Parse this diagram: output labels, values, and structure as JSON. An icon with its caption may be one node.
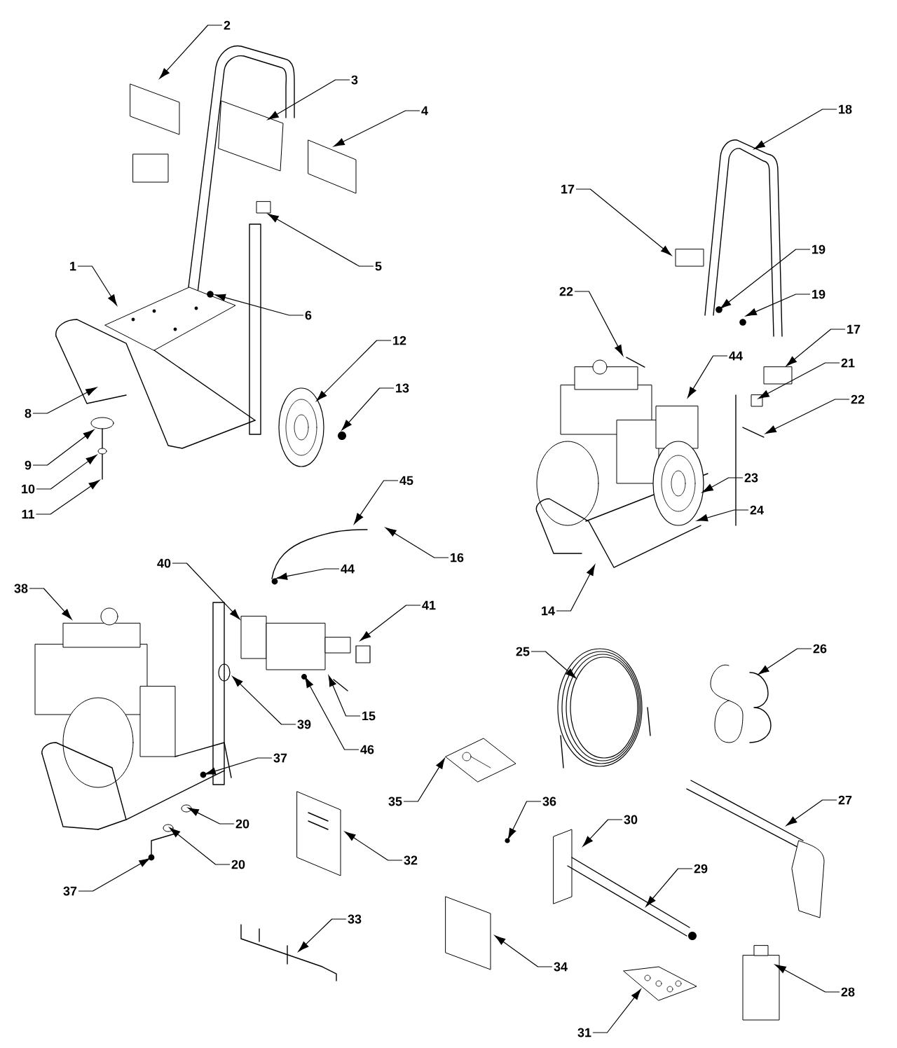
{
  "diagram": {
    "nodes": [
      {
        "text": [
          "2"
        ]
      },
      {
        "text": [
          "3"
        ]
      },
      {
        "text": [
          "4"
        ]
      },
      {
        "text": [
          "18"
        ]
      },
      {
        "text": [
          "17"
        ]
      },
      {
        "text": [
          "19"
        ]
      },
      {
        "text": [
          "5"
        ]
      },
      {
        "text": [
          "1"
        ]
      },
      {
        "text": [
          "19"
        ]
      },
      {
        "text": [
          "22"
        ]
      },
      {
        "text": [
          "6"
        ]
      },
      {
        "text": [
          "17"
        ]
      },
      {
        "text": [
          "12"
        ]
      },
      {
        "text": [
          "44"
        ]
      },
      {
        "text": [
          "21"
        ]
      },
      {
        "text": [
          "13"
        ]
      },
      {
        "text": [
          "22"
        ]
      },
      {
        "text": [
          "8"
        ]
      },
      {
        "text": [
          "9"
        ]
      },
      {
        "text": [
          "10"
        ]
      },
      {
        "text": [
          "23"
        ]
      },
      {
        "text": [
          "45"
        ]
      },
      {
        "text": [
          "24"
        ]
      },
      {
        "text": [
          "11"
        ]
      },
      {
        "text": [
          "16"
        ]
      },
      {
        "text": [
          "40"
        ]
      },
      {
        "text": [
          "44"
        ]
      },
      {
        "text": [
          "38"
        ]
      },
      {
        "text": [
          "41"
        ]
      },
      {
        "text": [
          "14"
        ]
      },
      {
        "text": [
          "26"
        ]
      },
      {
        "text": [
          "25"
        ]
      },
      {
        "text": [
          "15"
        ]
      },
      {
        "text": [
          "39"
        ]
      },
      {
        "text": [
          "46"
        ]
      },
      {
        "text": [
          "37"
        ]
      },
      {
        "text": [
          "27"
        ]
      },
      {
        "text": [
          "35"
        ]
      },
      {
        "text": [
          "36"
        ]
      },
      {
        "text": [
          "30"
        ]
      },
      {
        "text": [
          "20"
        ]
      },
      {
        "text": [
          "32"
        ]
      },
      {
        "text": [
          "20"
        ]
      },
      {
        "text": [
          "29"
        ]
      },
      {
        "text": [
          "37"
        ]
      },
      {
        "text": [
          "33"
        ]
      },
      {
        "text": [
          "34"
        ]
      },
      {
        "text": [
          "28"
        ]
      },
      {
        "text": [
          "31"
        ]
      }
    ],
    "edges": [
      {
        "from": 0,
        "to": null,
        "arrow": "to"
      },
      {
        "from": 1,
        "to": null,
        "arrow": "to"
      },
      {
        "from": 2,
        "to": null,
        "arrow": "to"
      },
      {
        "from": 3,
        "to": null,
        "arrow": "to"
      },
      {
        "from": 4,
        "to": null,
        "arrow": "to"
      },
      {
        "from": 5,
        "to": null,
        "arrow": "to"
      },
      {
        "from": 6,
        "to": null,
        "arrow": "to"
      },
      {
        "from": 7,
        "to": null,
        "arrow": "to"
      },
      {
        "from": 8,
        "to": null,
        "arrow": "to"
      },
      {
        "from": 9,
        "to": null,
        "arrow": "to"
      },
      {
        "from": 10,
        "to": null,
        "arrow": "to"
      },
      {
        "from": 11,
        "to": null,
        "arrow": "to"
      },
      {
        "from": 12,
        "to": null,
        "arrow": "to"
      },
      {
        "from": 13,
        "to": null,
        "arrow": "to"
      },
      {
        "from": 14,
        "to": null,
        "arrow": "to"
      },
      {
        "from": 15,
        "to": null,
        "arrow": "to"
      },
      {
        "from": 16,
        "to": null,
        "arrow": "to"
      },
      {
        "from": 17,
        "to": null,
        "arrow": "to"
      },
      {
        "from": 18,
        "to": null,
        "arrow": "to"
      },
      {
        "from": 19,
        "to": null,
        "arrow": "to"
      },
      {
        "from": 20,
        "to": null,
        "arrow": "to"
      },
      {
        "from": 21,
        "to": null,
        "arrow": "to"
      },
      {
        "from": 22,
        "to": null,
        "arrow": "to"
      },
      {
        "from": 23,
        "to": null,
        "arrow": "to"
      },
      {
        "from": 24,
        "to": null,
        "arrow": "to"
      },
      {
        "from": 25,
        "to": null,
        "arrow": "to"
      },
      {
        "from": 26,
        "to": null,
        "arrow": "to"
      },
      {
        "from": 27,
        "to": null,
        "arrow": "to"
      },
      {
        "from": 28,
        "to": null,
        "arrow": "to"
      },
      {
        "from": 29,
        "to": null,
        "arrow": "to"
      },
      {
        "from": 30,
        "to": null,
        "arrow": "to"
      },
      {
        "from": 31,
        "to": null,
        "arrow": "to"
      },
      {
        "from": 32,
        "to": null,
        "arrow": "to"
      },
      {
        "from": 33,
        "to": null,
        "arrow": "to"
      },
      {
        "from": 34,
        "to": null,
        "arrow": "to"
      },
      {
        "from": 35,
        "to": null,
        "arrow": "to"
      },
      {
        "from": 36,
        "to": null,
        "arrow": "to"
      },
      {
        "from": 37,
        "to": null,
        "arrow": "to"
      },
      {
        "from": 38,
        "to": null,
        "arrow": "to"
      },
      {
        "from": 39,
        "to": null,
        "arrow": "to"
      },
      {
        "from": 40,
        "to": null,
        "arrow": "to"
      },
      {
        "from": 41,
        "to": null,
        "arrow": "to"
      },
      {
        "from": 42,
        "to": null,
        "arrow": "to"
      },
      {
        "from": 43,
        "to": null,
        "arrow": "to"
      },
      {
        "from": 44,
        "to": null,
        "arrow": "to"
      },
      {
        "from": 45,
        "to": null,
        "arrow": "to"
      },
      {
        "from": 46,
        "to": null,
        "arrow": "to"
      },
      {
        "from": 47,
        "to": null,
        "arrow": "to"
      },
      {
        "from": 48,
        "to": null,
        "arrow": "to"
      }
    ]
  }
}
